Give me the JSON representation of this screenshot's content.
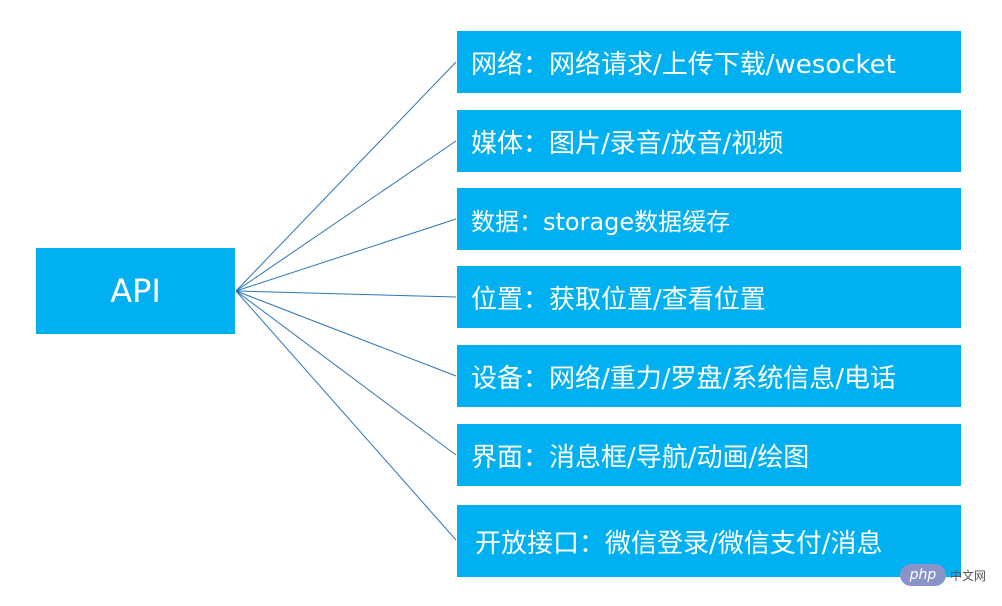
{
  "diagram": {
    "root": {
      "label": "API"
    },
    "children": [
      {
        "label": "网络：网络请求/上传下载/wesocket"
      },
      {
        "label": "媒体：图片/录音/放音/视频"
      },
      {
        "label": "数据：storage数据缓存"
      },
      {
        "label": "位置：获取位置/查看位置"
      },
      {
        "label": "设备：网络/重力/罗盘/系统信息/电话"
      },
      {
        "label": "界面：消息框/导航/动画/绘图"
      },
      {
        "label": "开放接口：微信登录/微信支付/消息"
      }
    ]
  },
  "colors": {
    "box_fill": "#00b0f0",
    "box_text": "#ffffff",
    "connector": "#2e75b6"
  },
  "watermark": {
    "logo": "php",
    "text": "中文网"
  }
}
